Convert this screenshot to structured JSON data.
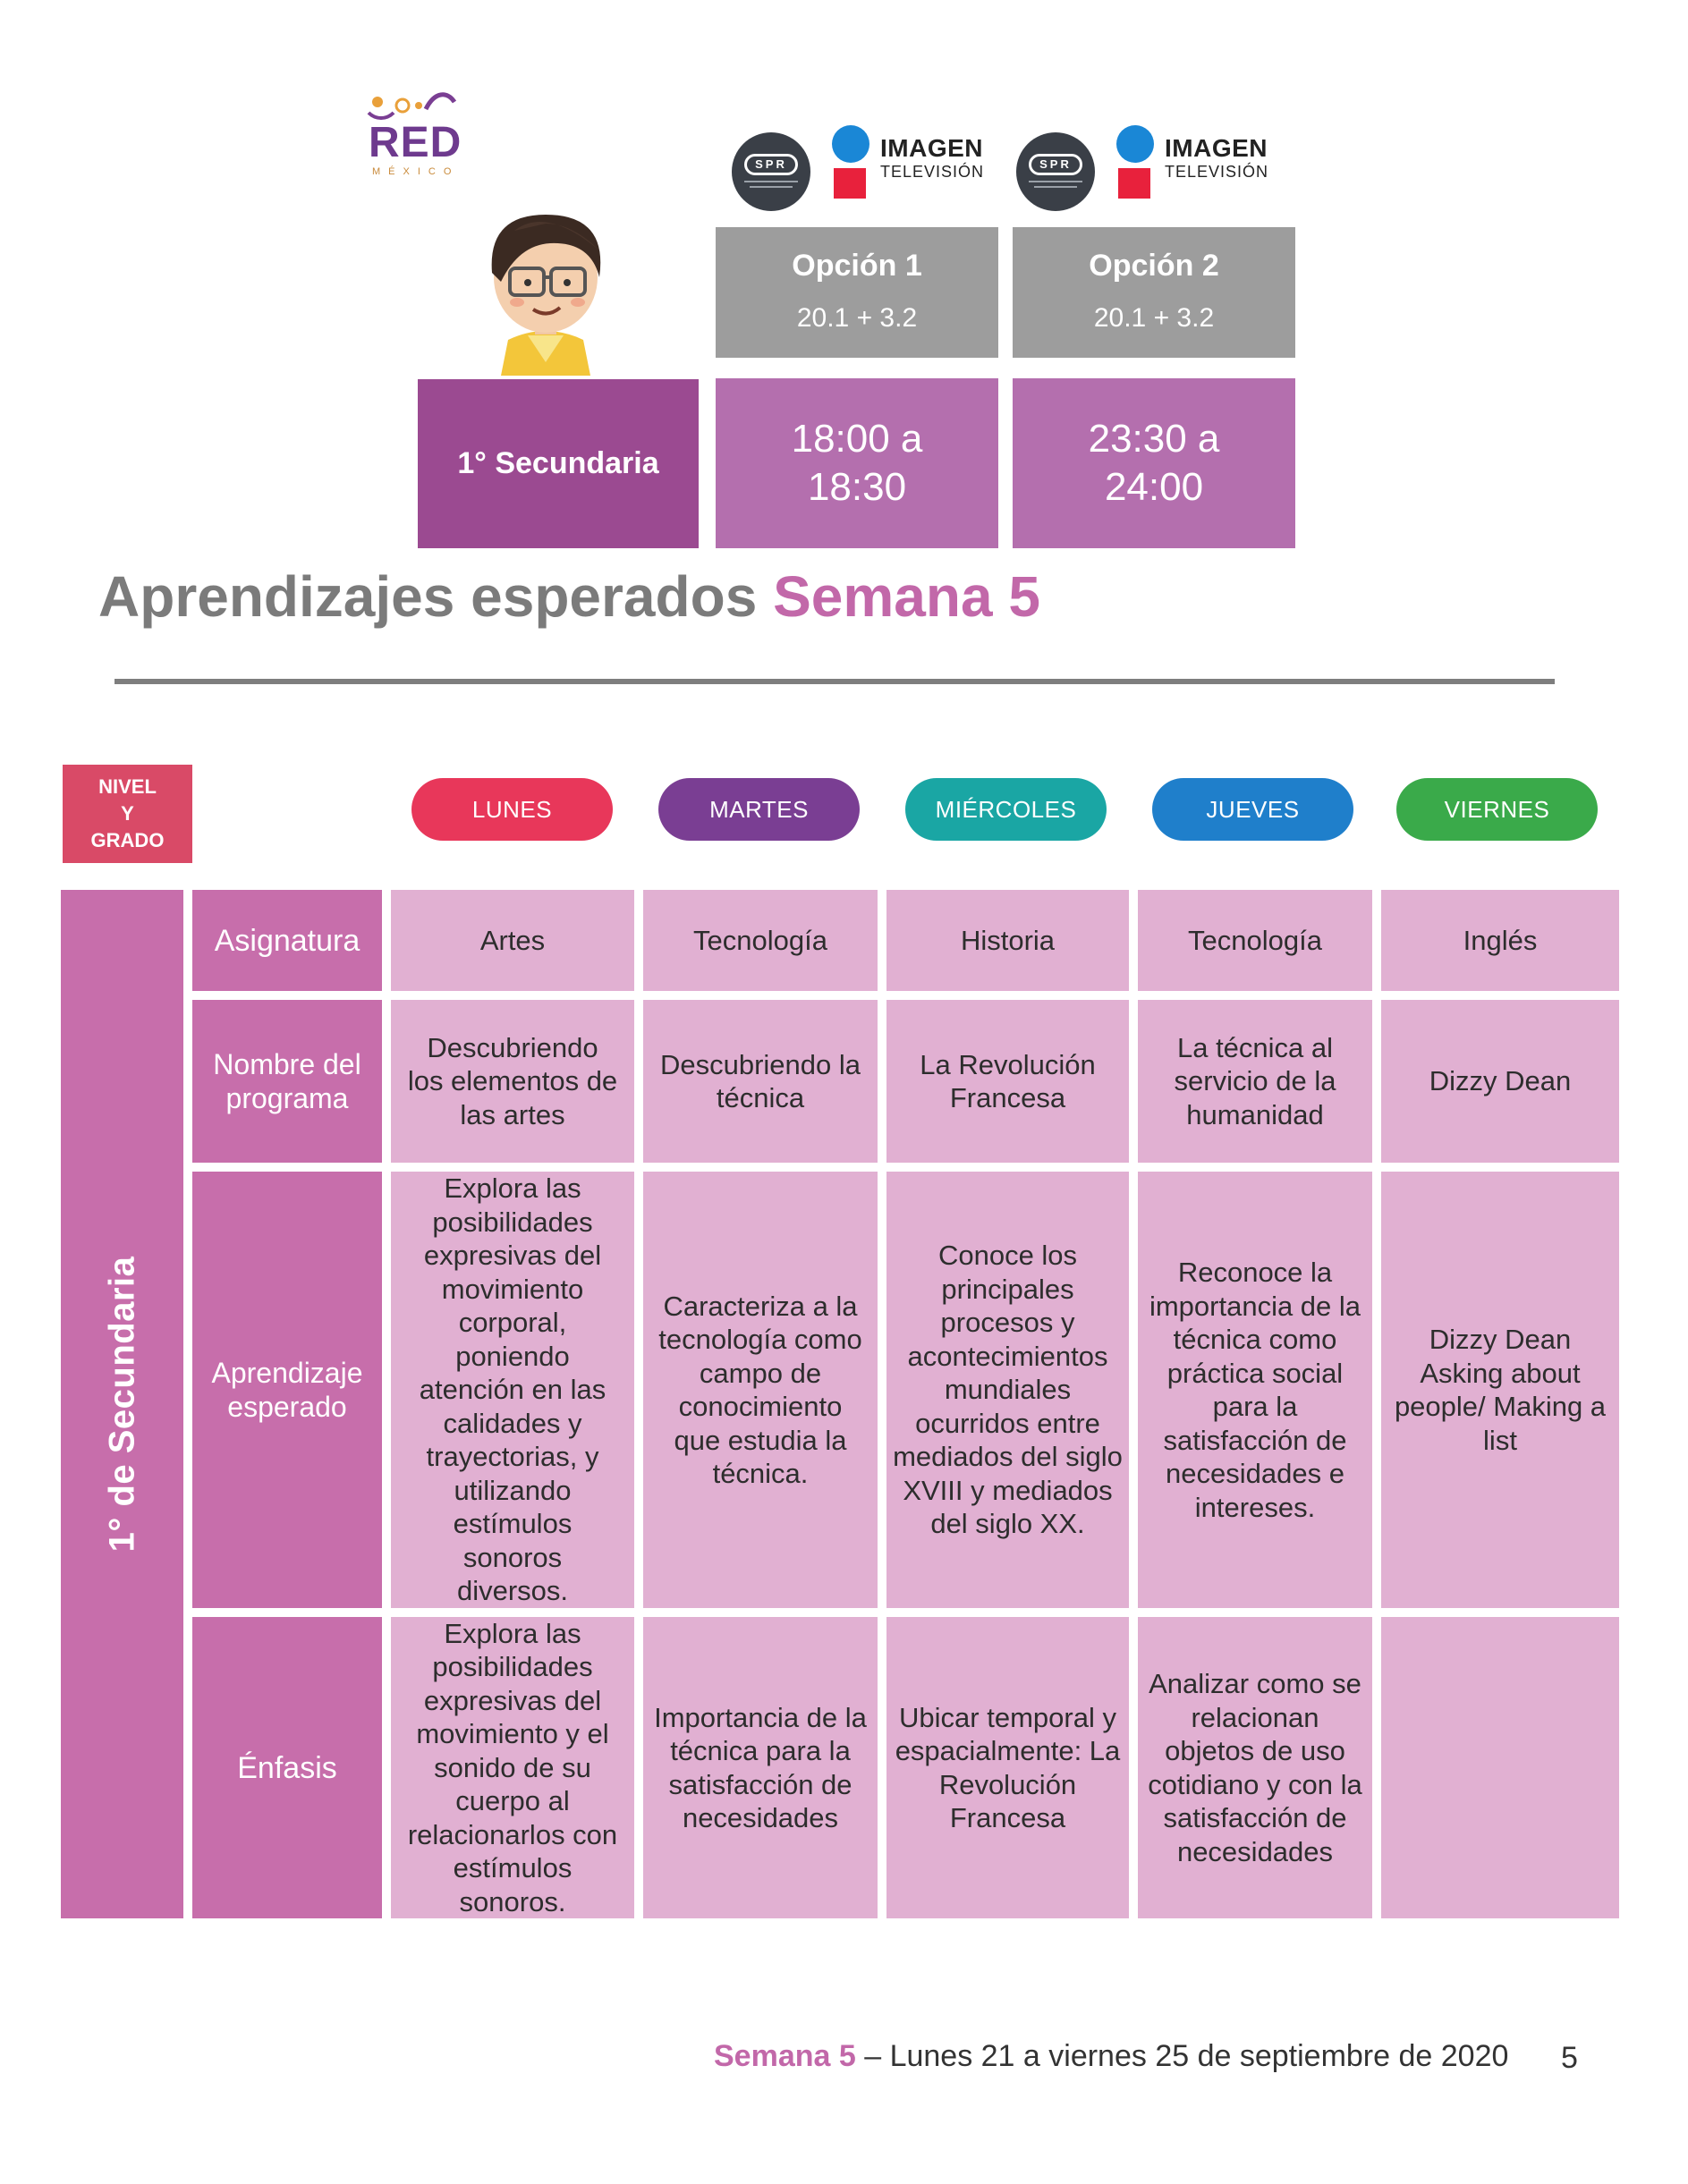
{
  "brand": {
    "red_logo": {
      "word": "RED",
      "sub": "MÉXICO"
    },
    "channels": [
      {
        "spr": "SPR",
        "name": "IMAGEN",
        "sub": "TELEVISIÓN"
      },
      {
        "spr": "SPR",
        "name": "IMAGEN",
        "sub": "TELEVISIÓN"
      }
    ]
  },
  "schedule": {
    "grade": "1° Secundaria",
    "options": [
      {
        "title": "Opción 1",
        "channels": "20.1  +  3.2",
        "time_line1": "18:00 a",
        "time_line2": "18:30"
      },
      {
        "title": "Opción 2",
        "channels": "20.1  +  3.2",
        "time_line1": "23:30 a",
        "time_line2": "24:00"
      }
    ]
  },
  "heading": {
    "main": "Aprendizajes esperados",
    "highlight": "Semana 5"
  },
  "nivel": {
    "l1": "NIVEL",
    "l2": "Y",
    "l3": "GRADO"
  },
  "days": [
    {
      "label": "LUNES",
      "color": "#e8375a"
    },
    {
      "label": "MARTES",
      "color": "#7a3e93"
    },
    {
      "label": "MIÉRCOLES",
      "color": "#1aa6a4"
    },
    {
      "label": "JUEVES",
      "color": "#1f7fcb"
    },
    {
      "label": "VIERNES",
      "color": "#3aaa4a"
    }
  ],
  "table": {
    "side_label": "1° de Secundaria",
    "row_headers": {
      "asignatura": "Asignatura",
      "programa": "Nombre del programa",
      "aprendizaje": "Aprendizaje esperado",
      "enfasis": "Énfasis"
    },
    "asignatura": [
      "Artes",
      "Tecnología",
      "Historia",
      "Tecnología",
      "Inglés"
    ],
    "programa": [
      "Descubriendo los elementos de las artes",
      "Descubriendo la técnica",
      "La Revolución Francesa",
      "La técnica al servicio de la humanidad",
      "Dizzy Dean"
    ],
    "aprendizaje": [
      "Explora las posibilidades expresivas del movimiento corporal, poniendo atención en las calidades y trayectorias, y utilizando estímulos sonoros diversos.",
      "Caracteriza a la tecnología como campo de conocimiento que estudia la técnica.",
      "Conoce los principales procesos y acontecimientos mundiales ocurridos entre mediados del siglo XVIII y mediados del siglo XX.",
      "Reconoce la importancia de la técnica como práctica social para la satisfacción de necesidades e intereses.",
      "Dizzy Dean Asking  about people/ Making  a  list"
    ],
    "enfasis": [
      "Explora las posibilidades expresivas del movimiento y el sonido de su cuerpo al relacionarlos con estímulos sonoros.",
      "Importancia de la técnica para la satisfacción de necesidades",
      "Ubicar temporal y espacialmente: La Revolución Francesa",
      "Analizar como se relacionan objetos de uso cotidiano y con la satisfacción de necesidades",
      ""
    ]
  },
  "footer": {
    "highlight": "Semana 5",
    "text": " – Lunes 21 a viernes 25 de septiembre de 2020",
    "page": "5"
  }
}
